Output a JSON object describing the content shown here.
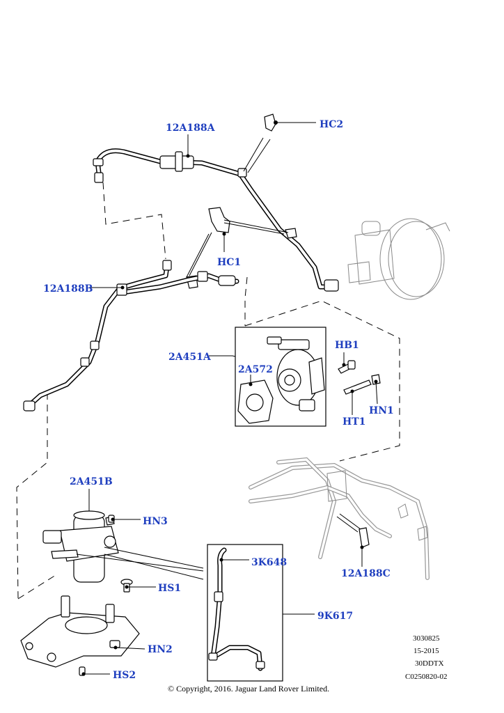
{
  "callouts": {
    "hose_12A188A": "12A188A",
    "clip_HC2": "HC2",
    "clip_HC1": "HC1",
    "hose_12A188B": "12A188B",
    "pump_2A451A": "2A451A",
    "gasket_2A572": "2A572",
    "bolt_HB1": "HB1",
    "stud_HT1": "HT1",
    "nut_HN1": "HN1",
    "pump_2A451B": "2A451B",
    "nut_HN3": "HN3",
    "screw_HS1": "HS1",
    "hose_3K648": "3K648",
    "hose_9K617": "9K617",
    "hose_12A188C": "12A188C",
    "nut_HN2": "HN2",
    "screw_HS2": "HS2"
  },
  "meta": {
    "line1": "3030825",
    "line2": "15-2015",
    "line3": "30DDTX",
    "line4": "C0250820-02"
  },
  "copyright": "© Copyright, 2016. Jaguar Land Rover Limited."
}
